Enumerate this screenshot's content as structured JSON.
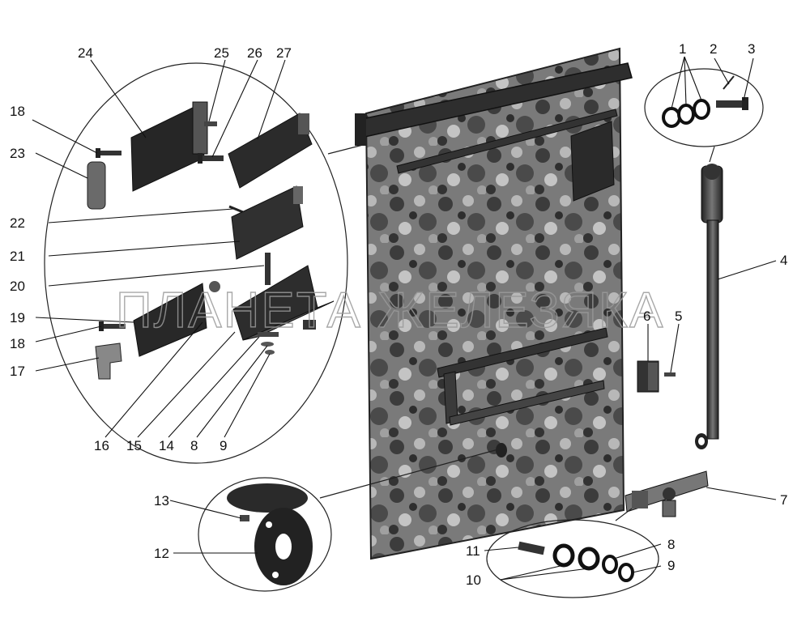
{
  "watermark": "ПЛАНЕТА ЖЕЛЕЗЯКА",
  "labels": {
    "l1": "1",
    "l2": "2",
    "l3": "3",
    "l4": "4",
    "l5": "5",
    "l6": "6",
    "l7": "7",
    "l8a": "8",
    "l8b": "8",
    "l9a": "9",
    "l9b": "9",
    "l10": "10",
    "l11": "11",
    "l12": "12",
    "l13": "13",
    "l14": "14",
    "l15": "15",
    "l16": "16",
    "l17": "17",
    "l18a": "18",
    "l18b": "18",
    "l19": "19",
    "l20": "20",
    "l21": "21",
    "l22": "22",
    "l23": "23",
    "l24": "24",
    "l25": "25",
    "l26": "26",
    "l27": "27"
  },
  "colors": {
    "ink": "#111111",
    "panel_dark": "#3a3a3a",
    "panel_mid": "#6e6e6e",
    "panel_light": "#a8a8a8"
  }
}
